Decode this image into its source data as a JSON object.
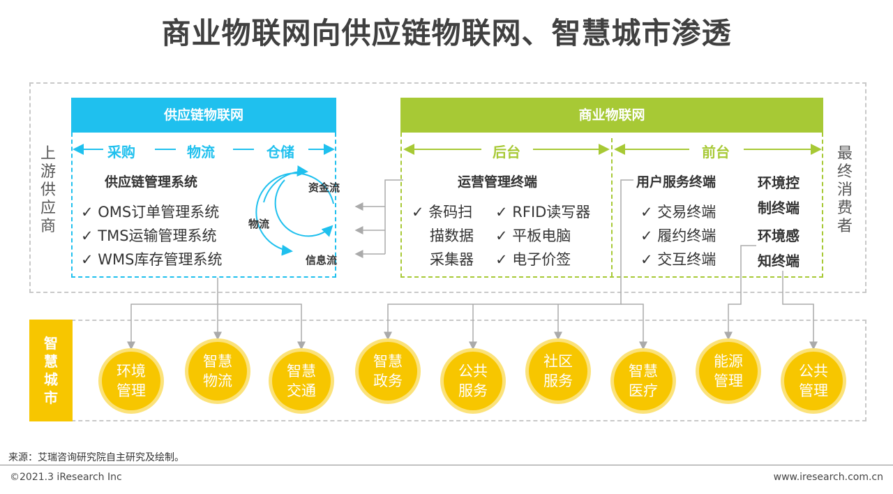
{
  "title": "商业物联网向供应链物联网、智慧城市渗透",
  "side_left": "上游供应商",
  "side_right": "最终消费者",
  "supply_chain": {
    "header": "供应链物联网",
    "segments": [
      "采购",
      "物流",
      "仓储"
    ],
    "subhead": "供应链管理系统",
    "items": [
      "✓ OMS订单管理系统",
      "✓ TMS运输管理系统",
      "✓ WMS库存管理系统"
    ],
    "cycle": {
      "center": "物流",
      "top": "资金流",
      "bottom": "信息流"
    }
  },
  "commercial": {
    "header": "商业物联网",
    "back": {
      "label": "后台",
      "subhead": "运营管理终端",
      "col1": [
        "✓ 条码扫",
        "描数据",
        "采集器"
      ],
      "col2": [
        "✓ RFID读写器",
        "✓ 平板电脑",
        "✓ 电子价签"
      ]
    },
    "front": {
      "label": "前台",
      "subhead": "用户服务终端",
      "items": [
        "✓ 交易终端",
        "✓ 履约终端",
        "✓ 交互终端"
      ],
      "env_control": [
        "环境控",
        "制终端"
      ],
      "env_sense": [
        "环境感",
        "知终端"
      ]
    }
  },
  "smart_city": {
    "label": "智慧城市",
    "items": [
      "环境管理",
      "智慧物流",
      "智慧交通",
      "智慧政务",
      "公共服务",
      "社区服务",
      "智慧医疗",
      "能源管理",
      "公共管理"
    ]
  },
  "colors": {
    "blue": "#1fc0ee",
    "green": "#a7c935",
    "yellow": "#f7c600",
    "gray": "#aaaaaa"
  },
  "footer": {
    "source": "来源：艾瑞咨询研究院自主研究及绘制。",
    "copyright": "©2021.3 iResearch Inc",
    "url": "www.iresearch.com.cn"
  }
}
